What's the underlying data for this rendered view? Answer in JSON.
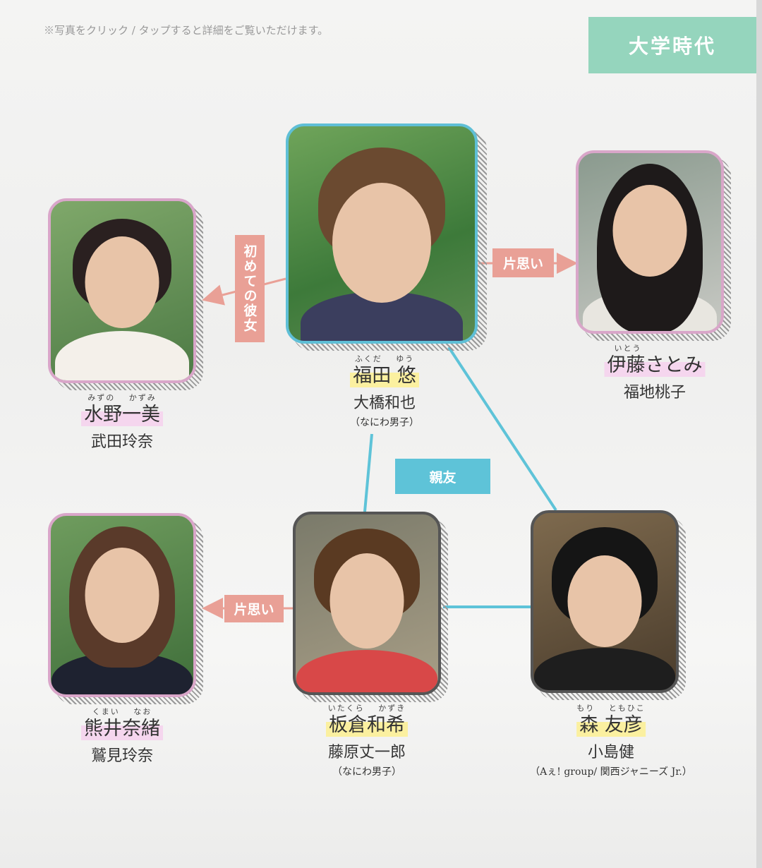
{
  "note": "※写真をクリック / タップすると詳細をご覧いただけます。",
  "era": "大学時代",
  "relations": {
    "first_girlfriend": "初めての彼女",
    "crush_ito": "片思い",
    "crush_kumai": "片思い",
    "best_friend": "親友"
  },
  "colors": {
    "teal": "#5ec3d8",
    "pink": "#e9a096",
    "mint": "#95d5bd",
    "frame_pink": "#d9a6c9"
  },
  "characters": {
    "fukuda": {
      "ruby": "ふくだ ゆう",
      "name": "福田 悠",
      "actor": "大橋和也",
      "group": "（なにわ男子）"
    },
    "mizuno": {
      "ruby": "みずの かずみ",
      "name": "水野一美",
      "actor": "武田玲奈"
    },
    "ito": {
      "ruby": "いとう",
      "name": "伊藤さとみ",
      "actor": "福地桃子"
    },
    "kumai": {
      "ruby": "くまい なお",
      "name": "熊井奈緒",
      "actor": "鷲見玲奈"
    },
    "itakura": {
      "ruby": "いたくら かずき",
      "name": "板倉和希",
      "actor": "藤原丈一郎",
      "group": "（なにわ男子）"
    },
    "mori": {
      "ruby": "もり ともひこ",
      "name": "森 友彦",
      "actor": "小島健",
      "group": "（Aぇ! group/ 関西ジャニーズ Jr.）"
    }
  }
}
